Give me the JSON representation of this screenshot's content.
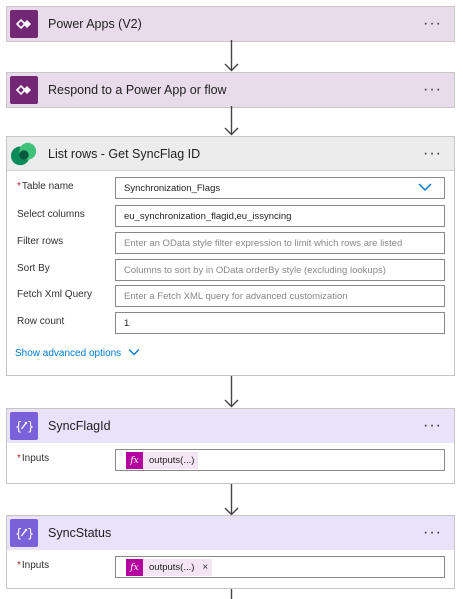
{
  "flow": {
    "card1": {
      "title": "Power Apps (V2)",
      "icon": "power-apps-icon"
    },
    "card2": {
      "title": "Respond to a Power App or flow",
      "icon": "power-apps-icon"
    },
    "card3": {
      "title": "List rows - Get SyncFlag ID",
      "icon": "dataverse-icon",
      "fields": [
        {
          "label": "Table name",
          "required": true,
          "value": "Synchronization_Flags",
          "placeholder": ""
        },
        {
          "label": "Select columns",
          "required": false,
          "value": "eu_synchronization_flagid,eu_issyncing",
          "placeholder": ""
        },
        {
          "label": "Filter rows",
          "required": false,
          "value": "",
          "placeholder": "Enter an OData style filter expression to limit which rows are listed"
        },
        {
          "label": "Sort By",
          "required": false,
          "value": "",
          "placeholder": "Columns to sort by in OData orderBy style (excluding lookups)"
        },
        {
          "label": "Fetch Xml Query",
          "required": false,
          "value": "",
          "placeholder": "Enter a Fetch XML query for advanced customization"
        },
        {
          "label": "Row count",
          "required": false,
          "value": "1",
          "placeholder": ""
        }
      ],
      "advanced_link": "Show advanced options"
    },
    "card4": {
      "title": "SyncFlagId",
      "icon": "variable-icon",
      "input_label": "Inputs",
      "token_text": "outputs(...)"
    },
    "card5": {
      "title": "SyncStatus",
      "icon": "variable-icon",
      "input_label": "Inputs",
      "token_text": "outputs(...)",
      "token_remove": "×"
    },
    "menu_glyph": "···",
    "required_mark": "*",
    "fx_glyph": "fx"
  },
  "colors": {
    "power_apps_header": "#e8dbea",
    "dataverse_header": "#ececec",
    "variable_header": "#e8e2fb",
    "power_apps_icon": "#742774",
    "variable_icon": "#7b61d9",
    "link": "#0078d4",
    "fx_token": "#b4009e"
  }
}
